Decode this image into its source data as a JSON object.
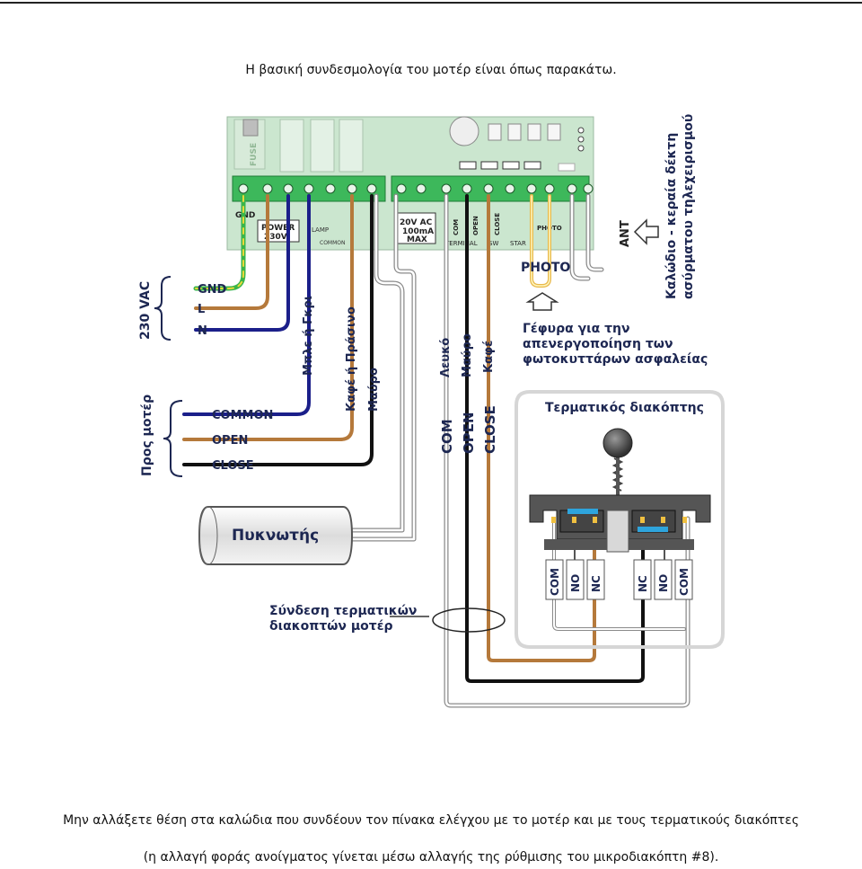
{
  "top_caption": "Η βασική συνδεσμολογία του μοτέρ είναι όπως παρακάτω.",
  "bottom_caption_1": "Μην αλλάξετε θέση στα καλώδια που συνδέουν τον πίνακα ελέγχου με το μοτέρ και με τους τερματικούς διακόπτες",
  "bottom_caption_2": "(η αλλαγή φοράς ανοίγματος γίνεται μέσω αλλαγής της ρύθμισης του μικροδιακόπτη #8).",
  "board": {
    "fuse": "FUSE",
    "gnd": "GND",
    "power": "POWER",
    "power_v": "230V",
    "lamp": "LAMP",
    "common": "COMMON",
    "ac_line1": "20V AC",
    "ac_line2": "100mA",
    "ac_line3": "MAX",
    "com": "COM",
    "open": "OPEN",
    "close": "CLOSE",
    "terminal": "TERMINAL",
    "sw": "SW",
    "photo": "PHOTO",
    "star": "STAR",
    "ant": "ANT"
  },
  "labels": {
    "vac": "230 VAC",
    "gnd": "GND",
    "l": "L",
    "n": "N",
    "blue_grey": "Μπλε ή Γκρι",
    "brown_green": "Καφέ ή Πράσινο",
    "black1": "Μαύρο",
    "white": "Λευκό",
    "black2": "Μαύρο",
    "brown": "Καφέ",
    "motor": "Προς μοτέρ",
    "common": "COMMON",
    "open": "OPEN",
    "close": "CLOSE",
    "capacitor": "Πυκνωτής",
    "photo": "PHOTO",
    "bridge_1": "Γέφυρα για την",
    "bridge_2": "απενεργοποίηση των",
    "bridge_3": "φωτοκυττάρων ασφαλείας",
    "antenna_1": "Καλώδιο - κεραία δέκτη",
    "antenna_2": "ασύρματου τηλεχειρισμού",
    "limit_switch": "Τερματικός διακόπτης",
    "limit_conn_1": "Σύνδεση τερματικών",
    "limit_conn_2": "διακοπτών μοτέρ",
    "com_v": "COM",
    "open_v": "OPEN",
    "close_v": "CLOSE",
    "sw_com1": "COM",
    "sw_no1": "NO",
    "sw_nc1": "NC",
    "sw_nc2": "NC",
    "sw_no2": "NO",
    "sw_com2": "COM"
  },
  "colors": {
    "blue": "#1b1f8a",
    "brown": "#b5793b",
    "black": "#111111",
    "white_wire": "#ffffff",
    "wire_outline": "#8a8a8a",
    "green": "#3ab54a",
    "yellow": "#e8d83a",
    "board": "#cbe6cf",
    "label": "#1d2752",
    "switch_blue": "#2ea4dc"
  }
}
